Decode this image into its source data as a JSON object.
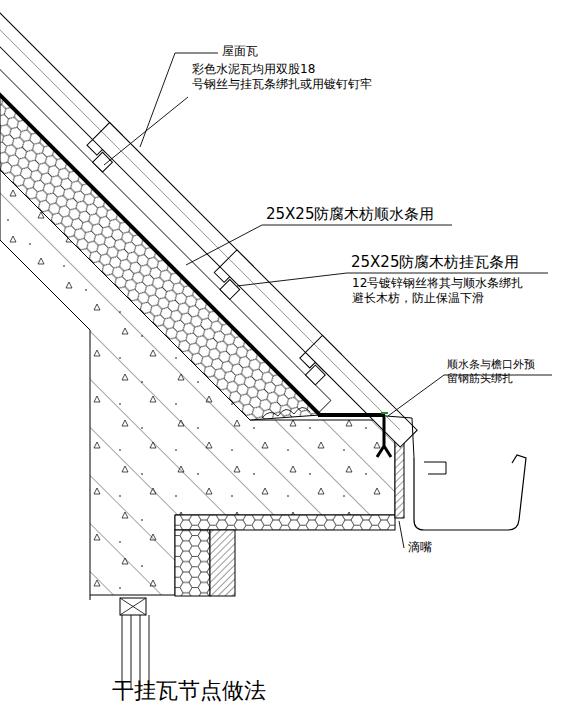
{
  "diagram": {
    "caption": "干挂瓦节点做法",
    "labels": [
      "屋面瓦",
      "彩色水泥瓦均用双股18 号钢丝与挂瓦条绑扎或用镀钉钉牢",
      "25X25防腐木枋顺水条用",
      "25X25防腐木枋挂瓦条用",
      "12号镀锌钢丝将其与顺水条绑扎 避长木枋，防止保温下滑",
      "顺水条与檐口外预 留钢筋头绑扎",
      "滴嘴"
    ]
  }
}
